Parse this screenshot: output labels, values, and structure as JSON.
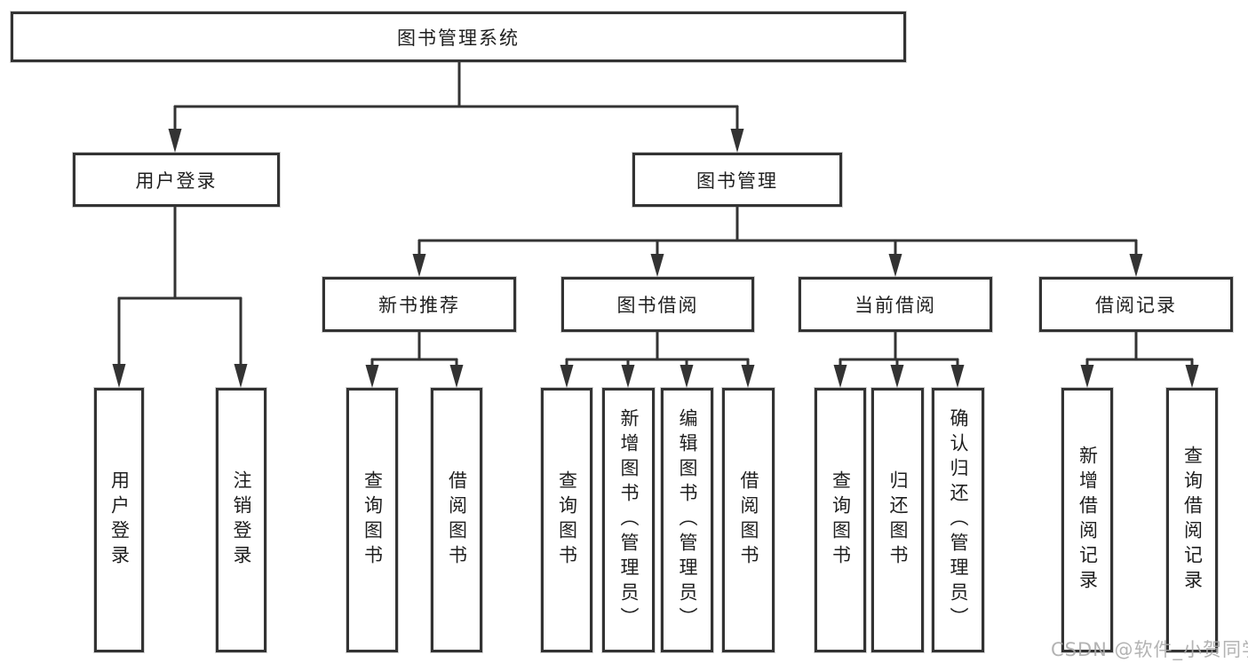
{
  "diagram": {
    "root": {
      "label": "图书管理系统"
    },
    "user_login": {
      "label": "用户登录",
      "children": [
        {
          "label": "用户登录"
        },
        {
          "label": "注销登录"
        }
      ]
    },
    "book_management": {
      "label": "图书管理",
      "new_book_recommend": {
        "label": "新书推荐",
        "children": [
          {
            "label": "查询图书"
          },
          {
            "label": "借阅图书"
          }
        ]
      },
      "book_borrow": {
        "label": "图书借阅",
        "children": [
          {
            "label": "查询图书"
          },
          {
            "label": "新增图书（管理员）"
          },
          {
            "label": "编辑图书（管理员）"
          },
          {
            "label": "借阅图书"
          }
        ]
      },
      "current_borrow": {
        "label": "当前借阅",
        "children": [
          {
            "label": "查询图书"
          },
          {
            "label": "归还图书"
          },
          {
            "label": "确认归还（管理员）"
          }
        ]
      },
      "borrow_records": {
        "label": "借阅记录",
        "children": [
          {
            "label": "新增借阅记录"
          },
          {
            "label": "查询借阅记录"
          }
        ]
      }
    }
  },
  "watermark": "CSDN @软件_小贺同学",
  "colors": {
    "line": "#333333",
    "box_border": "#333333",
    "box_fill": "#ffffff",
    "text": "#1f1f1f",
    "watermark": "#a8a8a8"
  }
}
